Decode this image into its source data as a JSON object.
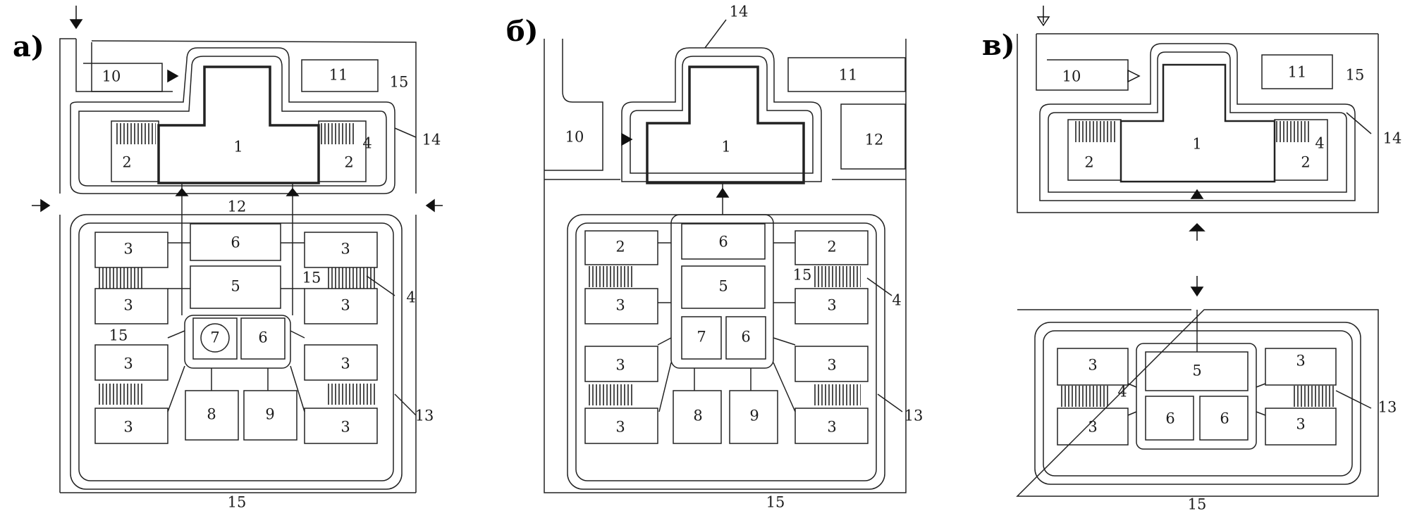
{
  "panels": [
    {
      "key": "a",
      "letter": "а)",
      "blocks": [
        {
          "id": "a-1",
          "label": "1"
        },
        {
          "id": "a-2l",
          "label": "2"
        },
        {
          "id": "a-2r",
          "label": "2"
        },
        {
          "id": "a-4top",
          "label": "4"
        },
        {
          "id": "a-10",
          "label": "10"
        },
        {
          "id": "a-11",
          "label": "11"
        },
        {
          "id": "a-15top",
          "label": "15"
        },
        {
          "id": "a-14",
          "label": "14"
        },
        {
          "id": "a-12",
          "label": "12"
        },
        {
          "id": "a-3a",
          "label": "3"
        },
        {
          "id": "a-3b",
          "label": "3"
        },
        {
          "id": "a-3c",
          "label": "3"
        },
        {
          "id": "a-3d",
          "label": "3"
        },
        {
          "id": "a-3e",
          "label": "3"
        },
        {
          "id": "a-3f",
          "label": "3"
        },
        {
          "id": "a-3g",
          "label": "3"
        },
        {
          "id": "a-3h",
          "label": "3"
        },
        {
          "id": "a-6",
          "label": "6"
        },
        {
          "id": "a-5",
          "label": "5"
        },
        {
          "id": "a-7",
          "label": "7"
        },
        {
          "id": "a-6b",
          "label": "6"
        },
        {
          "id": "a-8",
          "label": "8"
        },
        {
          "id": "a-9",
          "label": "9"
        },
        {
          "id": "a-15l",
          "label": "15"
        },
        {
          "id": "a-15m",
          "label": "15"
        },
        {
          "id": "a-4mid",
          "label": "4"
        },
        {
          "id": "a-13",
          "label": "13"
        },
        {
          "id": "a-15bot",
          "label": "15"
        }
      ]
    },
    {
      "key": "b",
      "letter": "б)",
      "blocks": [
        {
          "id": "b-14",
          "label": "14"
        },
        {
          "id": "b-1",
          "label": "1"
        },
        {
          "id": "b-10",
          "label": "10"
        },
        {
          "id": "b-11",
          "label": "11"
        },
        {
          "id": "b-12",
          "label": "12"
        },
        {
          "id": "b-2l",
          "label": "2"
        },
        {
          "id": "b-2r",
          "label": "2"
        },
        {
          "id": "b-6",
          "label": "6"
        },
        {
          "id": "b-5",
          "label": "5"
        },
        {
          "id": "b-3a",
          "label": "3"
        },
        {
          "id": "b-3b",
          "label": "3"
        },
        {
          "id": "b-3c",
          "label": "3"
        },
        {
          "id": "b-3d",
          "label": "3"
        },
        {
          "id": "b-3e",
          "label": "3"
        },
        {
          "id": "b-3f",
          "label": "3"
        },
        {
          "id": "b-7",
          "label": "7"
        },
        {
          "id": "b-6b",
          "label": "6"
        },
        {
          "id": "b-8",
          "label": "8"
        },
        {
          "id": "b-9",
          "label": "9"
        },
        {
          "id": "b-15m",
          "label": "15"
        },
        {
          "id": "b-4",
          "label": "4"
        },
        {
          "id": "b-13",
          "label": "13"
        },
        {
          "id": "b-15bot",
          "label": "15"
        }
      ]
    },
    {
      "key": "c",
      "letter": "в)",
      "blocks": [
        {
          "id": "c-10",
          "label": "10"
        },
        {
          "id": "c-11",
          "label": "11"
        },
        {
          "id": "c-15top",
          "label": "15"
        },
        {
          "id": "c-1",
          "label": "1"
        },
        {
          "id": "c-2l",
          "label": "2"
        },
        {
          "id": "c-2r",
          "label": "2"
        },
        {
          "id": "c-4top",
          "label": "4"
        },
        {
          "id": "c-14",
          "label": "14"
        },
        {
          "id": "c-5",
          "label": "5"
        },
        {
          "id": "c-3a",
          "label": "3"
        },
        {
          "id": "c-3b",
          "label": "3"
        },
        {
          "id": "c-3c",
          "label": "3"
        },
        {
          "id": "c-3d",
          "label": "3"
        },
        {
          "id": "c-6a",
          "label": "6"
        },
        {
          "id": "c-6b",
          "label": "6"
        },
        {
          "id": "c-4mid",
          "label": "4"
        },
        {
          "id": "c-13",
          "label": "13"
        },
        {
          "id": "c-15bot",
          "label": "15"
        }
      ]
    }
  ]
}
